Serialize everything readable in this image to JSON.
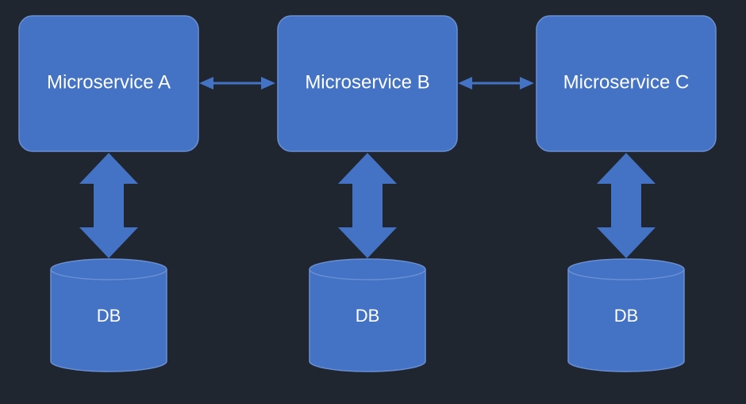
{
  "colors": {
    "background": "#1f2630",
    "box_fill": "#4472c4",
    "box_stroke": "#6a8fd3",
    "connector": "#4472c4"
  },
  "services": [
    {
      "id": "a",
      "label": "Microservice A"
    },
    {
      "id": "b",
      "label": "Microservice B"
    },
    {
      "id": "c",
      "label": "Microservice C"
    }
  ],
  "databases": [
    {
      "id": "a",
      "label": "DB"
    },
    {
      "id": "b",
      "label": "DB"
    },
    {
      "id": "c",
      "label": "DB"
    }
  ]
}
